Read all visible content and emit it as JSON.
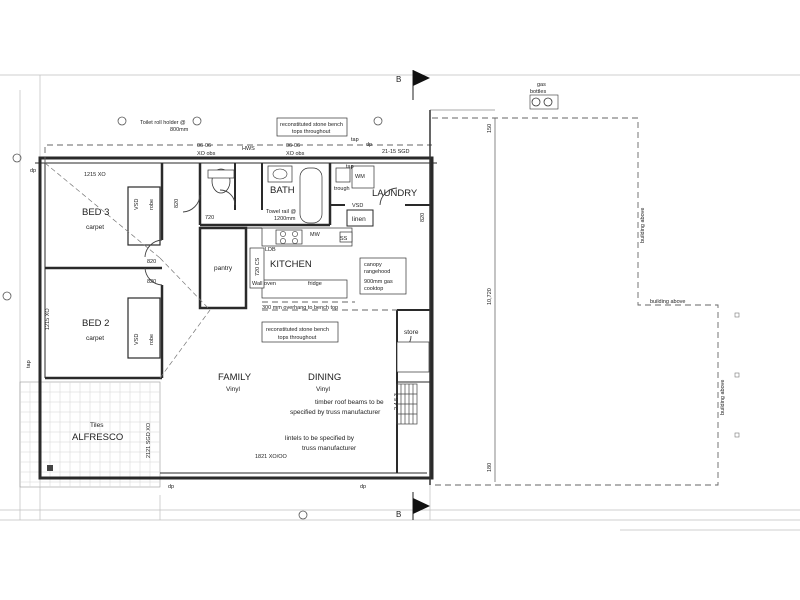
{
  "rooms": {
    "bed3": {
      "name": "BED 3",
      "floor": "carpet"
    },
    "bed2": {
      "name": "BED 2",
      "floor": "carpet"
    },
    "bath": {
      "name": "BATH"
    },
    "laundry": {
      "name": "LAUNDRY"
    },
    "kitchen": {
      "name": "KITCHEN"
    },
    "pantry": {
      "name": "pantry"
    },
    "family": {
      "name": "FAMILY",
      "floor": "Vinyl"
    },
    "dining": {
      "name": "DINING",
      "floor": "Vinyl"
    },
    "alfresco": {
      "name": "ALFRESCO",
      "floor": "Tiles"
    },
    "store": {
      "name": "store"
    },
    "linen": {
      "name": "linen"
    }
  },
  "dims": {
    "w1215": "1215 XO",
    "w1215v": "1215 XO",
    "d820a": "820",
    "d820b": "820",
    "d820c": "820",
    "d820d": "820",
    "d720": "720",
    "d720cs": "720 CS",
    "w0606a": "06-06",
    "xo_obs_a": "XO obs",
    "w0606b": "06-06",
    "xo_obs_b": "XO obs",
    "sgd2115": "21-15 SGD",
    "sgd2121": "2121 SGD XO",
    "w1821": "1821 XO/OO",
    "dim10720": "10,720",
    "dim150": "150",
    "dim180": "180"
  },
  "labels": {
    "robe1": "robe",
    "robe2": "robe",
    "vsd1": "VSD",
    "vsd2": "VSD",
    "vsd3": "VSD",
    "hws": "HWS",
    "wm": "WM",
    "trough": "trough",
    "tap1": "tap",
    "tap2": "tap",
    "tap3": "tap",
    "dp1": "dp",
    "dp2": "dp",
    "dp3": "dp",
    "dp4": "dp",
    "ldb": "LDB",
    "gas": "gas",
    "bottles": "bottles",
    "bldg1": "building above",
    "bldg2": "building above",
    "bldg3": "building above",
    "sectionB_top": "B",
    "sectionB_bot": "B",
    "ss_right": "SS",
    "mw": "MW",
    "wall_oven": "Wall oven",
    "fridge": "fridge"
  },
  "notes": {
    "toilet_roll": "Toilet roll holder @",
    "toilet_roll2": "800mm",
    "recon_top": "reconstituted stone bench",
    "recon_top2": "tops throughout",
    "towel_rail": "Towel rail @",
    "towel_rail2": "1200mm",
    "canopy": "canopy",
    "rangehood": "rangehood",
    "cooktop": "900mm gas",
    "cooktop2": "cooktop",
    "overhang": "300 mm overhang to bench top",
    "recon_bench": "reconstituted stone bench",
    "recon_bench2": "tops throughout",
    "timber": "timber roof beams to be",
    "timber2": "specified by truss manufacturer",
    "lintels": "lintels to be specified by",
    "lintels2": "truss manufacturer",
    "stair": "2 4 5 3"
  }
}
